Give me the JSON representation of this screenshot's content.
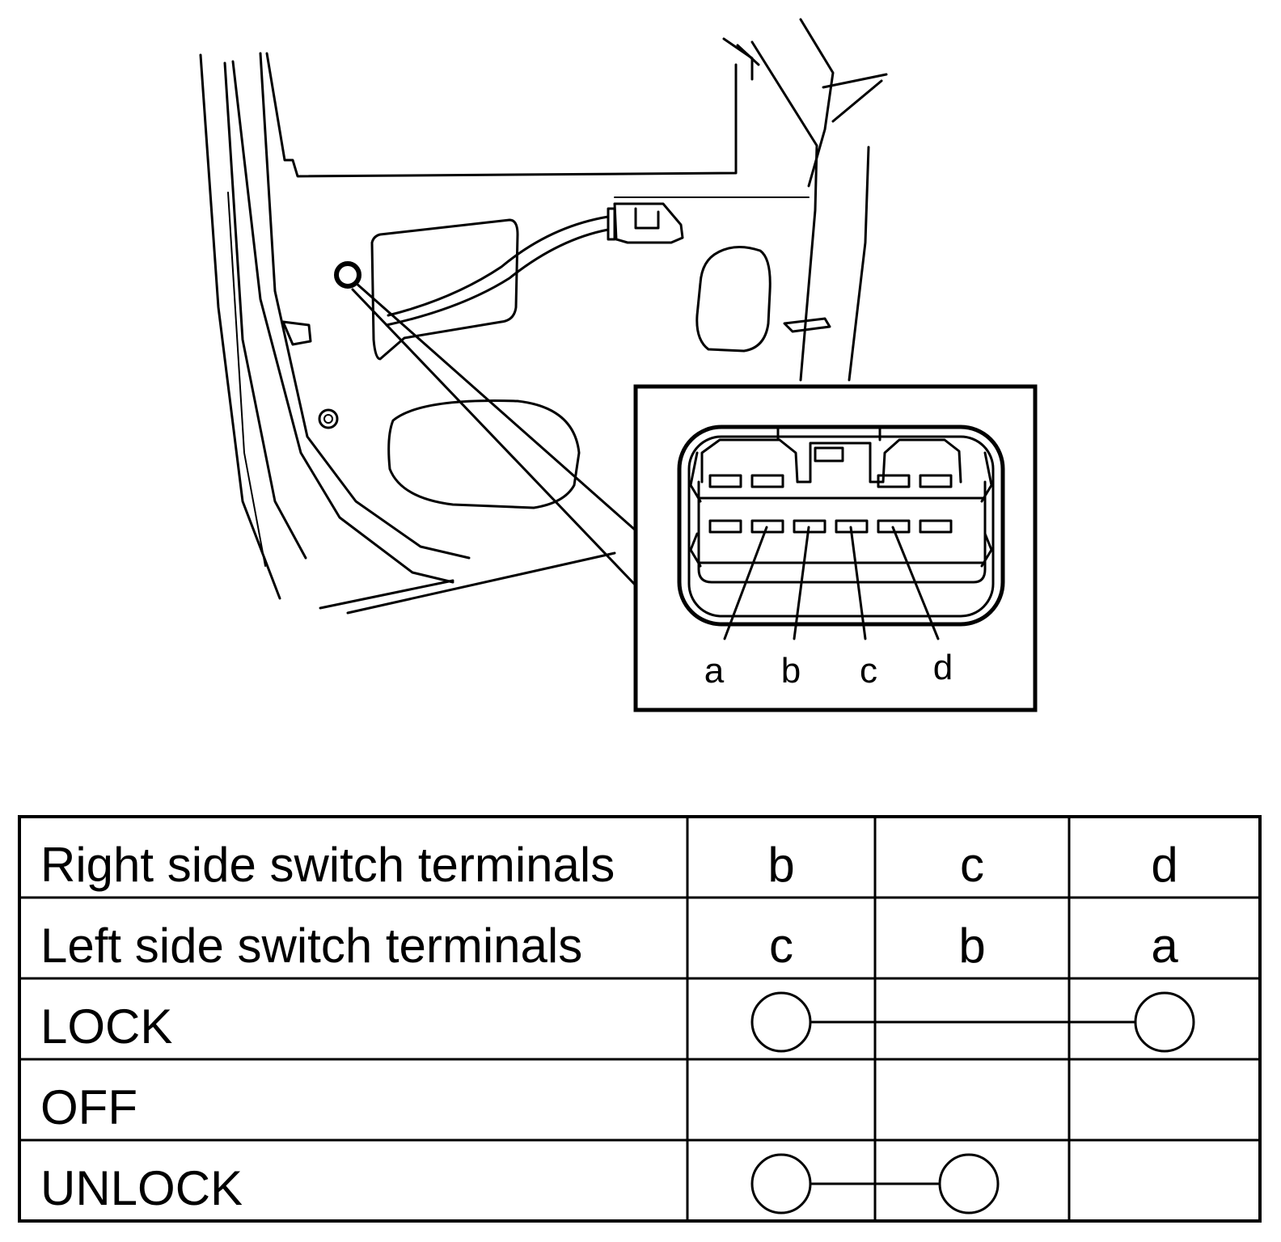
{
  "terminal_labels": [
    "a",
    "b",
    "c",
    "d"
  ],
  "table": {
    "rows": [
      {
        "label": "Right side switch terminals",
        "cells": [
          "b",
          "c",
          "d"
        ]
      },
      {
        "label": "Left side switch terminals",
        "cells": [
          "c",
          "b",
          "a"
        ]
      },
      {
        "label": "LOCK",
        "cells": [
          "",
          "",
          ""
        ]
      },
      {
        "label": "OFF",
        "cells": [
          "",
          "",
          ""
        ]
      },
      {
        "label": "UNLOCK",
        "cells": [
          "",
          "",
          ""
        ]
      }
    ],
    "continuity": {
      "LOCK": [
        0,
        2
      ],
      "OFF": [],
      "UNLOCK": [
        0,
        1
      ]
    }
  }
}
